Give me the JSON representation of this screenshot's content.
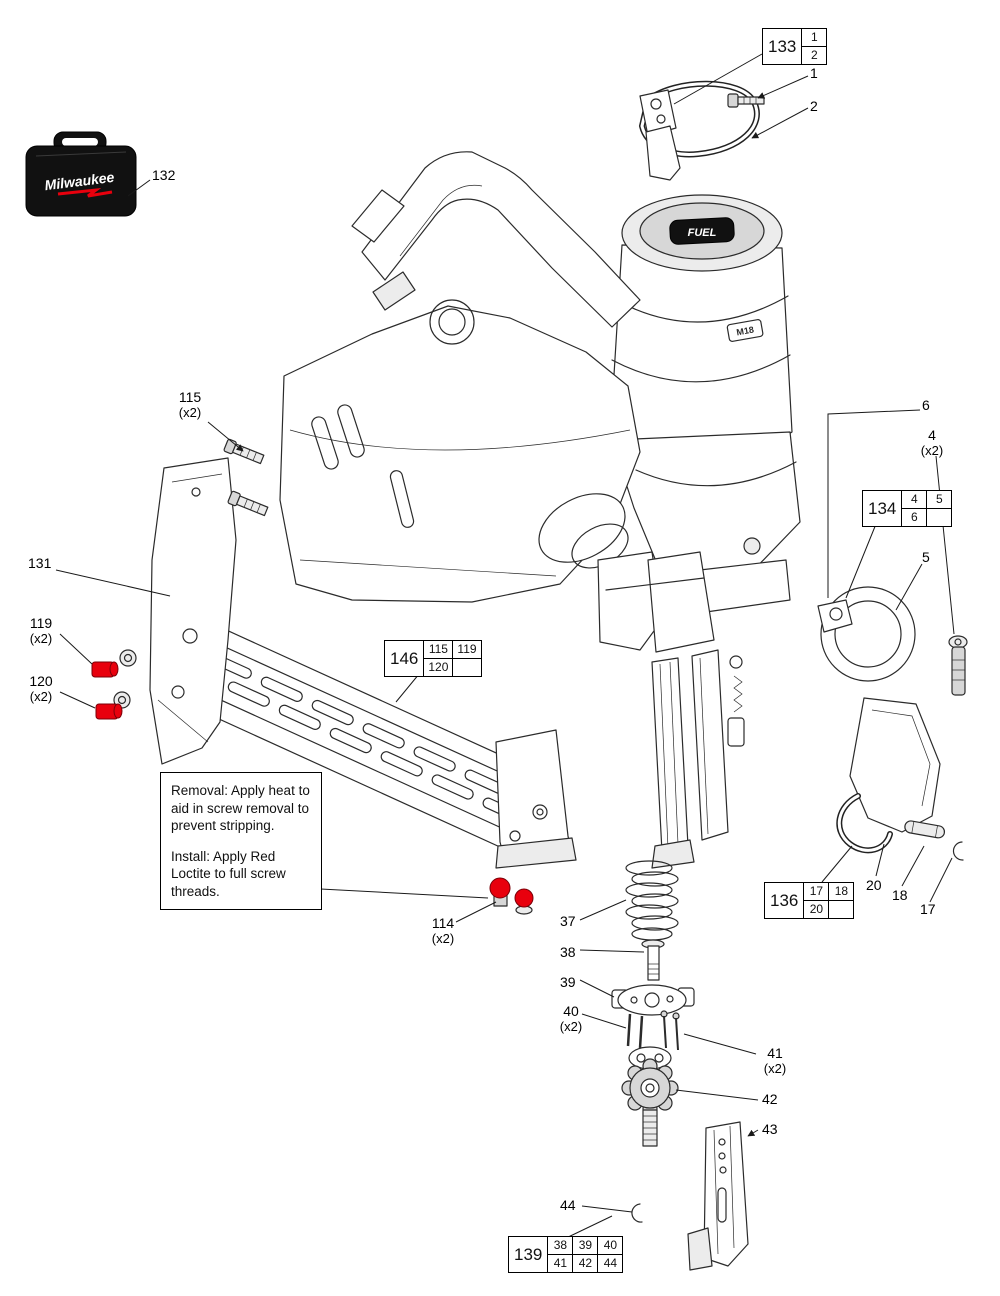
{
  "colors": {
    "highlight_red": "#e8000d",
    "line": "#2b2b2b",
    "case_black": "#111111"
  },
  "brand": {
    "case_label": "Milwaukee",
    "motor_badge": "FUEL",
    "side_badge": "M18"
  },
  "note": {
    "removal": "Removal: Apply heat to aid in screw removal to prevent stripping.",
    "install": "Install: Apply Red Loctite to full screw threads."
  },
  "callouts": {
    "c1": {
      "num": "1"
    },
    "c2": {
      "num": "2"
    },
    "c132": {
      "num": "132"
    },
    "c115": {
      "num": "115",
      "qty": "(x2)"
    },
    "c6": {
      "num": "6"
    },
    "c4": {
      "num": "4",
      "qty": "(x2)"
    },
    "c5": {
      "num": "5"
    },
    "c131": {
      "num": "131"
    },
    "c119": {
      "num": "119",
      "qty": "(x2)"
    },
    "c120": {
      "num": "120",
      "qty": "(x2)"
    },
    "c114": {
      "num": "114",
      "qty": "(x2)"
    },
    "c37": {
      "num": "37"
    },
    "c38": {
      "num": "38"
    },
    "c39": {
      "num": "39"
    },
    "c40": {
      "num": "40",
      "qty": "(x2)"
    },
    "c41": {
      "num": "41",
      "qty": "(x2)"
    },
    "c42": {
      "num": "42"
    },
    "c43": {
      "num": "43"
    },
    "c44": {
      "num": "44"
    },
    "c20": {
      "num": "20"
    },
    "c18": {
      "num": "18"
    },
    "c17": {
      "num": "17"
    }
  },
  "ref_boxes": {
    "b133": {
      "main": "133",
      "cols": [
        [
          "1",
          "2"
        ]
      ]
    },
    "b134": {
      "main": "134",
      "cols": [
        [
          "4",
          "6"
        ],
        [
          "5",
          ""
        ]
      ]
    },
    "b146": {
      "main": "146",
      "cols": [
        [
          "115",
          "120"
        ],
        [
          "119",
          ""
        ]
      ]
    },
    "b136": {
      "main": "136",
      "cols": [
        [
          "17",
          "20"
        ],
        [
          "18",
          ""
        ]
      ]
    },
    "b139": {
      "main": "139",
      "cols": [
        [
          "38",
          "41"
        ],
        [
          "39",
          "42"
        ],
        [
          "40",
          "44"
        ]
      ]
    }
  }
}
